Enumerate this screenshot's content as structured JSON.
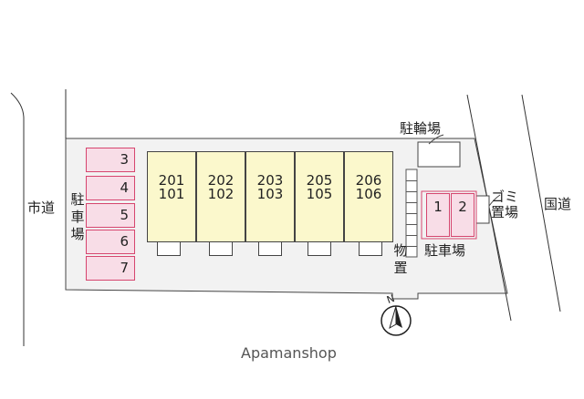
{
  "labels": {
    "city_road": "市道",
    "national_road": "国道",
    "bicycle_parking": "駐輪場",
    "left_parking": "駐車場",
    "right_parking": "駐車場",
    "storage": "物置",
    "garbage": "ゴミ置場",
    "north": "N",
    "watermark": "Apamanshop"
  },
  "left_stalls": [
    "3",
    "4",
    "5",
    "6",
    "7"
  ],
  "units": [
    {
      "upper": "201",
      "lower": "101"
    },
    {
      "upper": "202",
      "lower": "102"
    },
    {
      "upper": "203",
      "lower": "103"
    },
    {
      "upper": "205",
      "lower": "105"
    },
    {
      "upper": "206",
      "lower": "106"
    }
  ],
  "right_stalls": [
    "1",
    "2"
  ],
  "colors": {
    "parking_fill": "#f8dde7",
    "parking_border": "#d6456e",
    "building_fill": "#fbf8cc",
    "site_fill": "#f2f2f2"
  }
}
